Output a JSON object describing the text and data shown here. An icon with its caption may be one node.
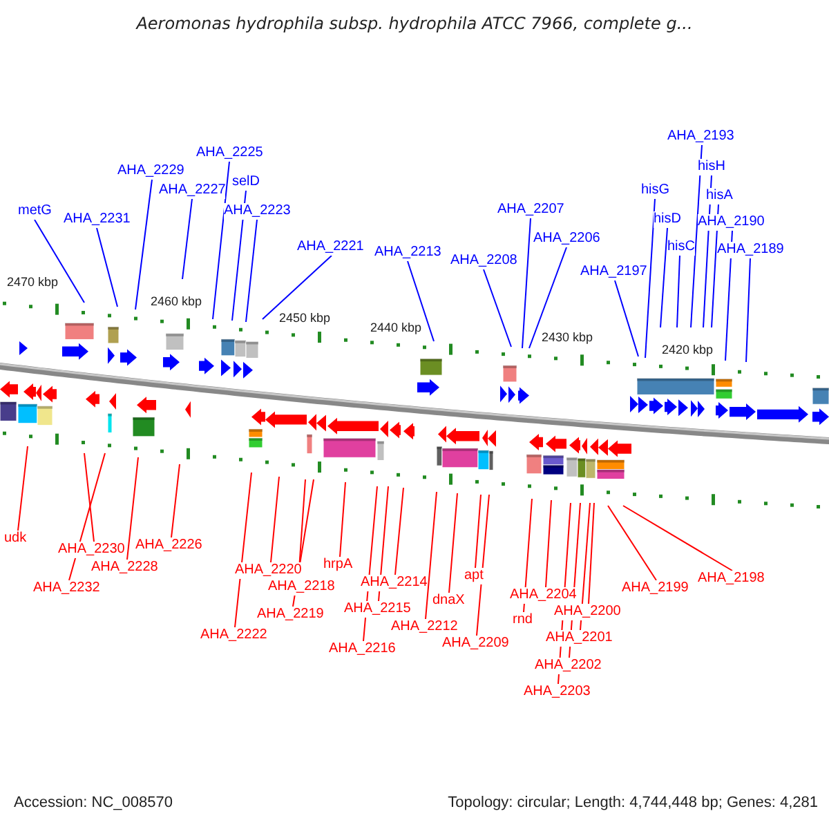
{
  "diagram": {
    "title": "Aeromonas hydrophila subsp. hydrophila ATCC 7966, complete g...",
    "nodes": [
      {
        "text": [
          "metG"
        ]
      },
      {
        "text": [
          "AHA_2231"
        ]
      },
      {
        "text": [
          "AHA_2229"
        ]
      },
      {
        "text": [
          "AHA_2227"
        ]
      },
      {
        "text": [
          "AHA_2225"
        ]
      },
      {
        "text": [
          "selD"
        ]
      },
      {
        "text": [
          "AHA_2223"
        ]
      },
      {
        "text": [
          "AHA_2221"
        ]
      },
      {
        "text": [
          "AHA_2213"
        ]
      },
      {
        "text": [
          "AHA_2208"
        ]
      },
      {
        "text": [
          "AHA_2207"
        ]
      },
      {
        "text": [
          "AHA_2206"
        ]
      },
      {
        "text": [
          "AHA_2197"
        ]
      },
      {
        "text": [
          "hisG"
        ]
      },
      {
        "text": [
          "hisD"
        ]
      },
      {
        "text": [
          "hisC"
        ]
      },
      {
        "text": [
          "AHA_2193"
        ]
      },
      {
        "text": [
          "hisH"
        ]
      },
      {
        "text": [
          "hisA"
        ]
      },
      {
        "text": [
          "AHA_2190"
        ]
      },
      {
        "text": [
          "AHA_2189"
        ]
      },
      {
        "text": [
          "udk"
        ]
      },
      {
        "text": [
          "AHA_2230"
        ]
      },
      {
        "text": [
          "AHA_2232"
        ]
      },
      {
        "text": [
          "AHA_2228"
        ]
      },
      {
        "text": [
          "AHA_2226"
        ]
      },
      {
        "text": [
          "AHA_2222"
        ]
      },
      {
        "text": [
          "AHA_2220"
        ]
      },
      {
        "text": [
          "AHA_2218"
        ]
      },
      {
        "text": [
          "AHA_2219"
        ]
      },
      {
        "text": [
          "hrpA"
        ]
      },
      {
        "text": [
          "AHA_2216"
        ]
      },
      {
        "text": [
          "AHA_2215"
        ]
      },
      {
        "text": [
          "AHA_2214"
        ]
      },
      {
        "text": [
          "AHA_2212"
        ]
      },
      {
        "text": [
          "dnaX"
        ]
      },
      {
        "text": [
          "apt"
        ]
      },
      {
        "text": [
          "AHA_2209"
        ]
      },
      {
        "text": [
          "AHA_2204"
        ]
      },
      {
        "text": [
          "rnd"
        ]
      },
      {
        "text": [
          "AHA_2200"
        ]
      },
      {
        "text": [
          "AHA_2201"
        ]
      },
      {
        "text": [
          "AHA_2202"
        ]
      },
      {
        "text": [
          "AHA_2203"
        ]
      },
      {
        "text": [
          "AHA_2199"
        ]
      },
      {
        "text": [
          "AHA_2198"
        ]
      }
    ],
    "edges": [
      {
        "from": 0,
        "to": null,
        "arrow": "none",
        "color": "#0000ff"
      },
      {
        "from": 1,
        "to": null,
        "arrow": "none",
        "color": "#0000ff"
      },
      {
        "from": 2,
        "to": null,
        "arrow": "none",
        "color": "#0000ff"
      },
      {
        "from": 3,
        "to": null,
        "arrow": "none",
        "color": "#0000ff"
      },
      {
        "from": 4,
        "to": null,
        "arrow": "none",
        "color": "#0000ff"
      },
      {
        "from": 5,
        "to": null,
        "arrow": "none",
        "color": "#0000ff"
      },
      {
        "from": 6,
        "to": null,
        "arrow": "none",
        "color": "#0000ff"
      },
      {
        "from": 7,
        "to": null,
        "arrow": "none",
        "color": "#0000ff"
      },
      {
        "from": 8,
        "to": null,
        "arrow": "none",
        "color": "#0000ff"
      },
      {
        "from": 9,
        "to": null,
        "arrow": "none",
        "color": "#0000ff"
      },
      {
        "from": 10,
        "to": null,
        "arrow": "none",
        "color": "#0000ff"
      },
      {
        "from": 11,
        "to": null,
        "arrow": "none",
        "color": "#0000ff"
      },
      {
        "from": 12,
        "to": null,
        "arrow": "none",
        "color": "#0000ff"
      },
      {
        "from": 13,
        "to": null,
        "arrow": "none",
        "color": "#0000ff"
      },
      {
        "from": 14,
        "to": null,
        "arrow": "none",
        "color": "#0000ff"
      },
      {
        "from": 15,
        "to": null,
        "arrow": "none",
        "color": "#0000ff"
      },
      {
        "from": 16,
        "to": null,
        "arrow": "none",
        "color": "#0000ff"
      },
      {
        "from": 17,
        "to": null,
        "arrow": "none",
        "color": "#0000ff"
      },
      {
        "from": 18,
        "to": null,
        "arrow": "none",
        "color": "#0000ff"
      },
      {
        "from": 19,
        "to": null,
        "arrow": "none",
        "color": "#0000ff"
      },
      {
        "from": 20,
        "to": null,
        "arrow": "none",
        "color": "#0000ff"
      },
      {
        "from": 21,
        "to": null,
        "arrow": "none"
      },
      {
        "from": 22,
        "to": null,
        "arrow": "none"
      },
      {
        "from": 23,
        "to": null,
        "arrow": "none"
      },
      {
        "from": 24,
        "to": null,
        "arrow": "none"
      },
      {
        "from": 25,
        "to": null,
        "arrow": "none"
      },
      {
        "from": 26,
        "to": null,
        "arrow": "none"
      },
      {
        "from": 27,
        "to": null,
        "arrow": "none"
      },
      {
        "from": 28,
        "to": null,
        "arrow": "none"
      },
      {
        "from": 29,
        "to": null,
        "arrow": "none"
      },
      {
        "from": 30,
        "to": null,
        "arrow": "none"
      },
      {
        "from": 31,
        "to": null,
        "arrow": "none"
      },
      {
        "from": 32,
        "to": null,
        "arrow": "none"
      },
      {
        "from": 33,
        "to": null,
        "arrow": "none"
      },
      {
        "from": 34,
        "to": null,
        "arrow": "none"
      },
      {
        "from": 35,
        "to": null,
        "arrow": "none"
      },
      {
        "from": 36,
        "to": null,
        "arrow": "none"
      },
      {
        "from": 37,
        "to": null,
        "arrow": "none"
      },
      {
        "from": 38,
        "to": null,
        "arrow": "none"
      },
      {
        "from": 39,
        "to": null,
        "arrow": "none"
      },
      {
        "from": 40,
        "to": null,
        "arrow": "none"
      },
      {
        "from": 41,
        "to": null,
        "arrow": "none"
      },
      {
        "from": 42,
        "to": null,
        "arrow": "none"
      },
      {
        "from": 43,
        "to": null,
        "arrow": "none"
      },
      {
        "from": 44,
        "to": null,
        "arrow": "none"
      },
      {
        "from": 45,
        "to": null,
        "arrow": "none"
      }
    ],
    "labels": [
      "2470 kbp",
      "2460 kbp",
      "2450 kbp",
      "2440 kbp",
      "2430 kbp",
      "2420 kbp",
      "Accession: NC_008570",
      "Topology: circular; Length: 4,744,448 bp; Genes: 4,281"
    ]
  }
}
